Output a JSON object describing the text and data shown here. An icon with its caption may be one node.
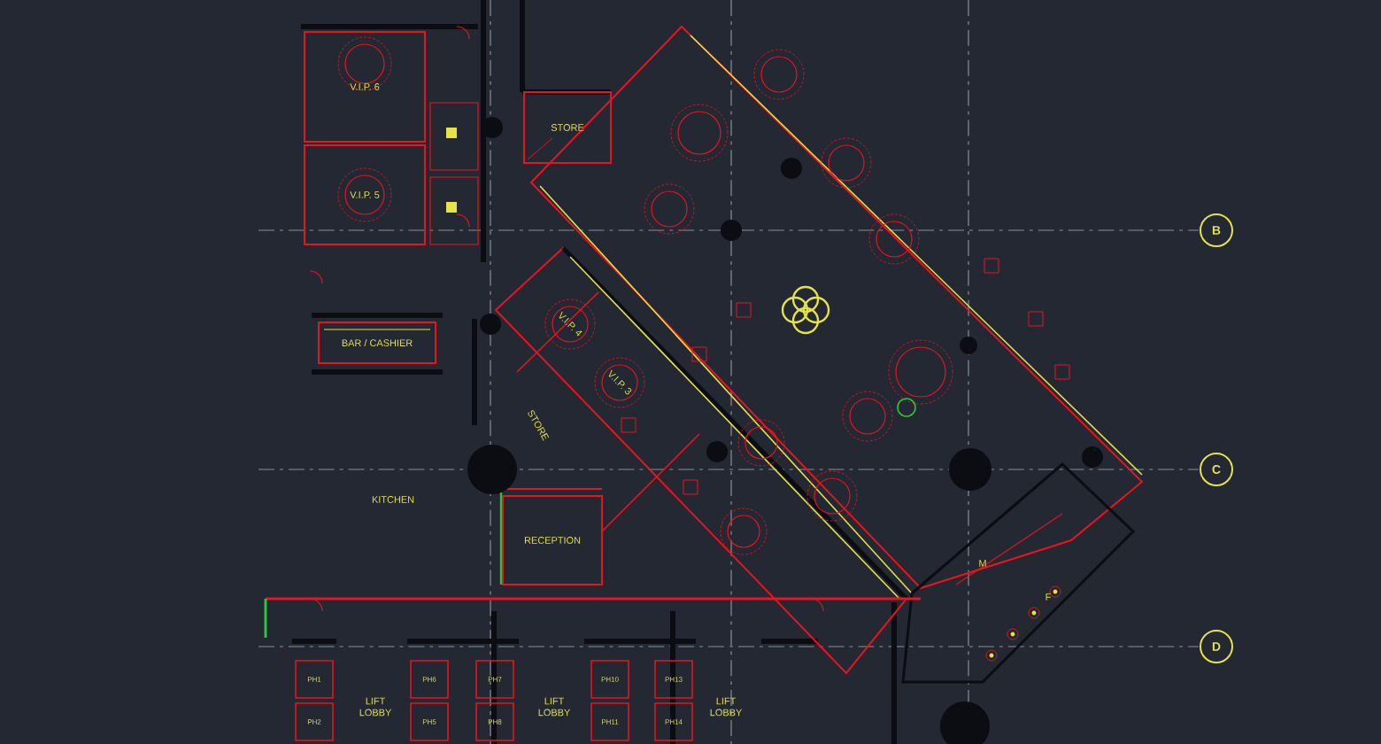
{
  "diagram": {
    "nodes": [
      {
        "text": [
          "V.I.P. 6"
        ]
      },
      {
        "text": [
          "STORE"
        ]
      },
      {
        "text": [
          "V.I.P. 5"
        ]
      },
      {
        "text": [
          "B"
        ]
      },
      {
        "text": [
          "BAR / CASHIER"
        ]
      },
      {
        "text": [
          "C"
        ]
      },
      {
        "text": [
          "RECEPTION"
        ]
      },
      {
        "text": [
          "D"
        ]
      },
      {
        "text": [
          "PH1"
        ]
      },
      {
        "text": [
          "PH6"
        ]
      },
      {
        "text": [
          "PH7"
        ]
      },
      {
        "text": [
          "PH10"
        ]
      },
      {
        "text": [
          "PH13"
        ]
      },
      {
        "text": [
          "PH2"
        ]
      },
      {
        "text": [
          "PH5"
        ]
      },
      {
        "text": [
          "PH8"
        ]
      },
      {
        "text": [
          "PH11"
        ]
      },
      {
        "text": [
          "PH14"
        ]
      }
    ],
    "labels": [
      "V.I.P. 4",
      "V.I.P. 3",
      "STORE",
      "KITCHEN",
      "M",
      "F",
      "LIFT LOBBY",
      "LIFT LOBBY",
      "LIFT LOBBY"
    ]
  }
}
